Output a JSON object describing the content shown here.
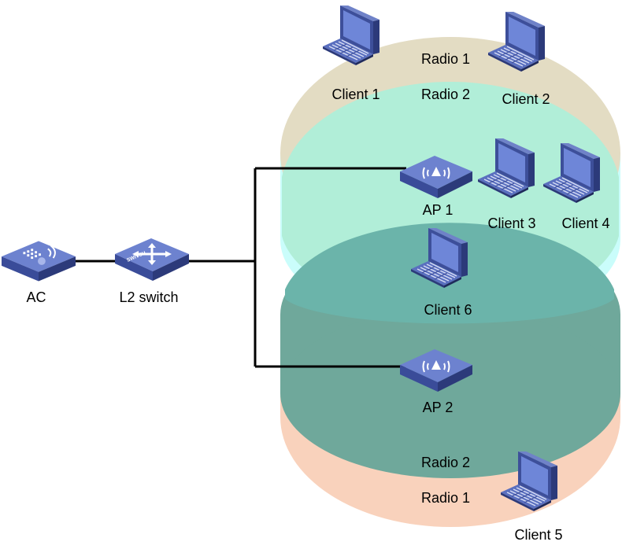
{
  "colors": {
    "ap1_radio1": "#e3dcc3",
    "ap1_radio2": "#b1eed8",
    "ap1_radio2_lower": "#cafdfb",
    "ap2_radio2": "#6fa89b",
    "ap2_radio1": "#f9d2bc",
    "overlap": "#6bb4aa",
    "device_blue": "#4a5da8",
    "device_top": "#7a8fd6",
    "device_dark": "#2c3a7a",
    "wire": "#000000"
  },
  "nodes": {
    "ac": {
      "label": "AC",
      "icon": "access-controller-icon"
    },
    "switch": {
      "label": "L2 switch",
      "icon": "switch-icon",
      "badge": "SWITCH"
    },
    "ap1": {
      "label": "AP 1",
      "icon": "access-point-icon"
    },
    "ap2": {
      "label": "AP 2",
      "icon": "access-point-icon"
    }
  },
  "clients": [
    {
      "label": "Client 1",
      "icon": "laptop-icon"
    },
    {
      "label": "Client 2",
      "icon": "laptop-icon"
    },
    {
      "label": "Client 3",
      "icon": "laptop-icon"
    },
    {
      "label": "Client 4",
      "icon": "laptop-icon"
    },
    {
      "label": "Client 5",
      "icon": "laptop-icon"
    },
    {
      "label": "Client 6",
      "icon": "laptop-icon"
    }
  ],
  "radios": {
    "ap1_radio1": "Radio 1",
    "ap1_radio2": "Radio 2",
    "ap2_radio2": "Radio 2",
    "ap2_radio1": "Radio 1"
  }
}
